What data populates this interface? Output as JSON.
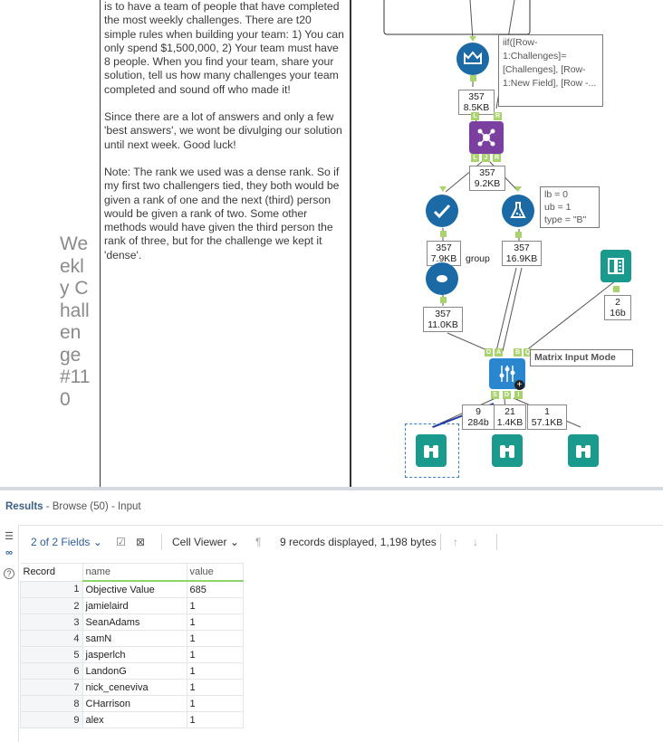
{
  "canvas": {
    "comment": {
      "paragraphs": [
        "is to have a team of people that have completed the most weekly challenges. There are t20 simple rules when building your team: 1) You can only spend $1,500,000, 2) Your team must have 8 people. When you find your team, share your solution, tell us how many challenges your team completed and sound off who made it!",
        "Since there are a lot of answers and only a few 'best answers', we wont be divulging our solution until next week. Good luck!",
        "Note: The rank we used was a dense rank. So if my first two challengers tied, they both would be given a rank of one and the next (third) person would be given a rank of two. Some other methods would have given the third person the rank of three, but for the challenge we kept it 'dense'."
      ],
      "week_title": "Weekly Challenge #110"
    },
    "tools": {
      "formula_annotation": "iif([Row-1:Challenges]= [Challenges], [Row-1:New Field], [Row -...",
      "formula_out": "357\n8.5KB",
      "join_out": "357\n9.2KB",
      "simulation_annotation": "lb = 0\nub = 1\ntype = \"B\"",
      "check_out": "357\n7.9KB",
      "group_label": "group",
      "sim_out": "357\n16.9KB",
      "summarize_out": "357\n11.0KB",
      "text_input_out": "2\n16b",
      "optimization_annotation": "Matrix Input Mode",
      "opt_out_s": "9\n284b",
      "opt_out_d": "21\n1.4KB",
      "opt_out_i": "1\n57.1KB"
    },
    "ports": {
      "join_in_l": "L",
      "join_in_r": "R",
      "join_out_l": "L",
      "join_out_j": "J",
      "join_out_r": "R",
      "opt_in": [
        "O",
        "A",
        "B",
        "Q"
      ],
      "opt_out": [
        "S",
        "D",
        "I"
      ]
    }
  },
  "results": {
    "title_prefix": "Results",
    "title_rest": " - Browse (50) - Input",
    "toolbar": {
      "fields": "2 of 2 Fields",
      "cell_viewer": "Cell Viewer",
      "records": "9 records displayed, 1,198 bytes"
    },
    "columns": [
      "Record",
      "name",
      "value"
    ],
    "rows": [
      {
        "record": "1",
        "name": "Objective Value",
        "value": "685"
      },
      {
        "record": "2",
        "name": "jamielaird",
        "value": "1"
      },
      {
        "record": "3",
        "name": "SeanAdams",
        "value": "1"
      },
      {
        "record": "4",
        "name": "samN",
        "value": "1"
      },
      {
        "record": "5",
        "name": "jasperlch",
        "value": "1"
      },
      {
        "record": "6",
        "name": "LandonG",
        "value": "1"
      },
      {
        "record": "7",
        "name": "nick_ceneviva",
        "value": "1"
      },
      {
        "record": "8",
        "name": "CHarrison",
        "value": "1"
      },
      {
        "record": "9",
        "name": "alex",
        "value": "1"
      }
    ]
  },
  "colors": {
    "formula": "#1b6aa5",
    "join": "#7b3fa0",
    "check": "#1b6aa5",
    "simulation": "#1b6aa5",
    "browse": "#1a9a8c",
    "optimization": "#2b86d0",
    "connector": "#a8d36d"
  }
}
